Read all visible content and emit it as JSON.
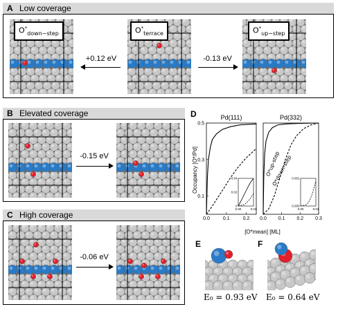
{
  "panelA": {
    "letter": "A",
    "title": "Low coverage",
    "label_left": "down−step",
    "label_mid": "terrace",
    "label_right": "up−step",
    "label_base": "O",
    "label_sup": "*",
    "energy_left": "+0.12 eV",
    "energy_right": "-0.13 eV"
  },
  "panelB": {
    "letter": "B",
    "title": "Elevated coverage",
    "energy": "-0.15 eV"
  },
  "panelC": {
    "letter": "C",
    "title": "High coverage",
    "energy": "-0.06 eV"
  },
  "panelD": {
    "letter": "D"
  },
  "panelE": {
    "letter": "E",
    "energy": "E₀ = 0.93 eV"
  },
  "panelF": {
    "letter": "F",
    "energy": "E₀ = 0.64 eV"
  },
  "colors": {
    "pd": "#c8c8c8",
    "co": "#2a7bc7",
    "o": "#e0202a",
    "header": "#d9d9d9"
  },
  "chart_data": [
    {
      "type": "line",
      "title": "Pd(111)",
      "ylabel": "Occupancy [O*/Pd]",
      "xlabel": "[O*mean] [ML]",
      "xlim": [
        0,
        0.25
      ],
      "ylim": [
        0,
        0.5
      ],
      "xticks": [
        "0.0",
        "0.1",
        "0.2"
      ],
      "yticks": [
        "0.1",
        "0.3",
        "0.5"
      ],
      "series": [
        {
          "style": "solid",
          "x": [
            0,
            0.005,
            0.01,
            0.02,
            0.03,
            0.05,
            0.08,
            0.12,
            0.17,
            0.25
          ],
          "y": [
            0,
            0.2,
            0.3,
            0.37,
            0.41,
            0.44,
            0.465,
            0.48,
            0.49,
            0.495
          ]
        },
        {
          "style": "dashed",
          "x": [
            0,
            0.02,
            0.05,
            0.08,
            0.12,
            0.16,
            0.2,
            0.25
          ],
          "y": [
            0,
            0.03,
            0.08,
            0.13,
            0.2,
            0.26,
            0.31,
            0.36
          ]
        }
      ],
      "inset": {
        "xlim": [
          0,
          0.01
        ],
        "ylim": [
          0,
          0.04
        ],
        "xticks": [
          "0.00",
          "0.01"
        ],
        "yticks": [
          "0",
          "0.02",
          "0.04"
        ],
        "series": [
          {
            "style": "solid",
            "x": [
              0,
              0.002,
              0.004,
              0.006,
              0.008,
              0.01
            ],
            "y": [
              0,
              0.008,
              0.017,
              0.026,
              0.034,
              0.04
            ]
          },
          {
            "style": "dashed",
            "x": [
              0,
              0.004,
              0.006,
              0.008,
              0.01
            ],
            "y": [
              0,
              0.002,
              0.006,
              0.011,
              0.018
            ]
          }
        ]
      }
    },
    {
      "type": "line",
      "title": "Pd(332)",
      "xlim": [
        0,
        0.3
      ],
      "ylim": [
        0,
        0.5
      ],
      "xticks": [
        "0.0",
        "0.1",
        "0.2",
        "0.3"
      ],
      "series_labels": [
        "O*up-step",
        "O*down-step"
      ],
      "series": [
        {
          "style": "solid",
          "x": [
            0,
            0.003,
            0.008,
            0.015,
            0.03,
            0.05,
            0.08,
            0.12,
            0.2,
            0.3
          ],
          "y": [
            0,
            0.2,
            0.33,
            0.4,
            0.45,
            0.475,
            0.49,
            0.495,
            0.498,
            0.5
          ]
        },
        {
          "style": "dashed",
          "x": [
            0,
            0.03,
            0.06,
            0.09,
            0.12,
            0.15,
            0.18,
            0.22,
            0.26,
            0.3
          ],
          "y": [
            0,
            0.03,
            0.1,
            0.2,
            0.3,
            0.38,
            0.43,
            0.47,
            0.49,
            0.5
          ]
        }
      ],
      "inset": {
        "xlim": [
          0,
          0.01
        ],
        "ylim": [
          0,
          0.001
        ],
        "xticks": [
          "0.00",
          "0.01"
        ],
        "yticks": [
          "0.000",
          "0.001"
        ],
        "series": [
          {
            "style": "dashed",
            "x": [
              0,
              0.004,
              0.006,
              0.008,
              0.01
            ],
            "y": [
              0,
              5e-05,
              0.0002,
              0.0005,
              0.0009
            ]
          }
        ]
      }
    }
  ]
}
